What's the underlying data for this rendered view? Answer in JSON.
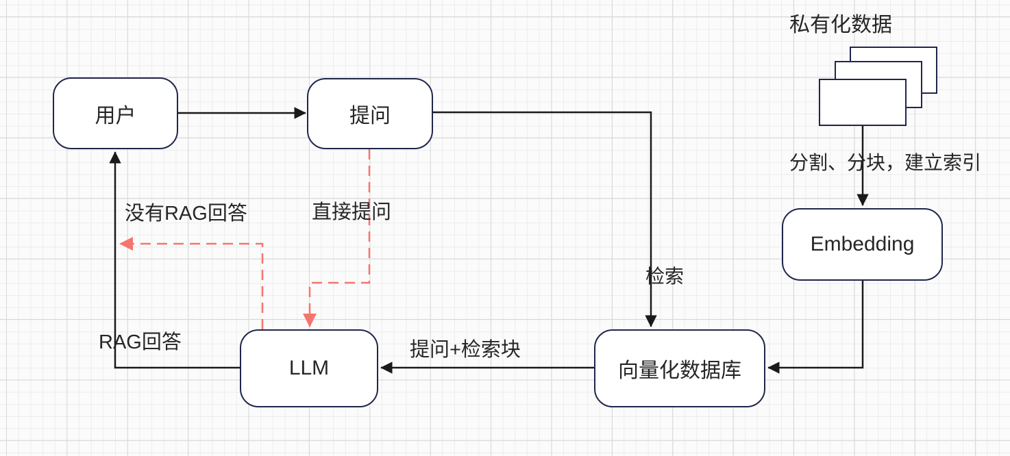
{
  "diagram": {
    "nodes": {
      "user": "用户",
      "question": "提问",
      "embedding": "Embedding",
      "vector_db": "向量化数据库",
      "llm": "LLM"
    },
    "data_stack_label": "私有化数据",
    "edge_labels": {
      "split_chunk_index": "分割、分块，建立索引",
      "retrieve": "检索",
      "query_plus_chunks": "提问+检索块",
      "rag_answer": "RAG回答",
      "no_rag_answer": "没有RAG回答",
      "direct_question": "直接提问"
    },
    "colors": {
      "node_border": "#1f254a",
      "solid_arrow": "#1a1a1a",
      "dashed_arrow": "#f5756e",
      "text": "#262626",
      "canvas": "#fbfbfb"
    }
  }
}
